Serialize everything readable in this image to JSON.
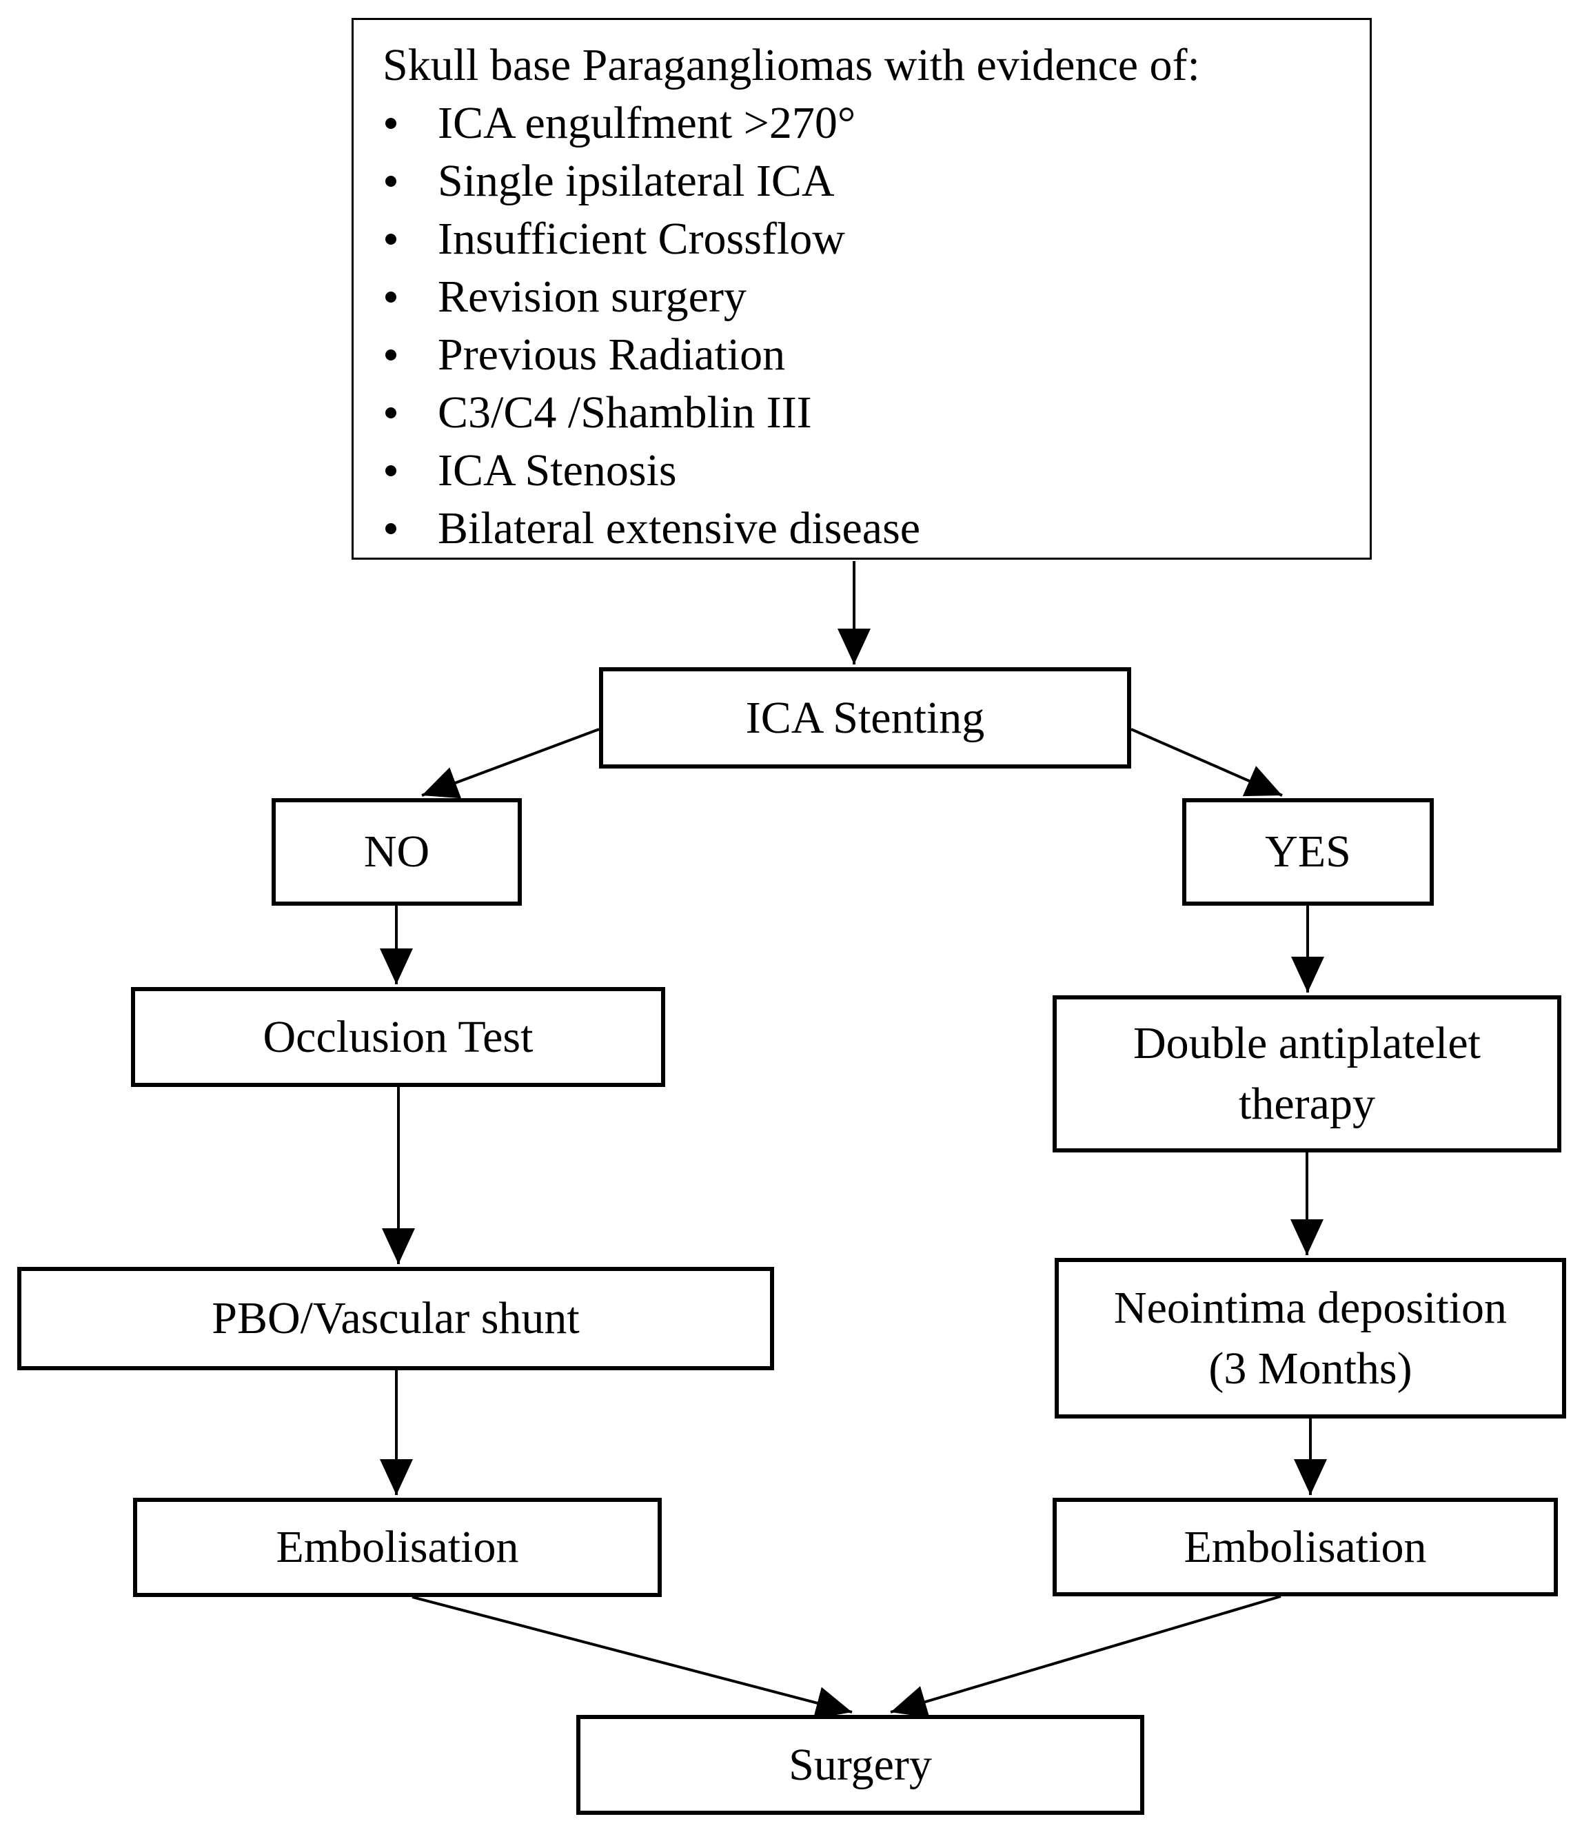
{
  "colors": {
    "background": "#ffffff",
    "line": "#000000",
    "text": "#000000",
    "border": "#000000"
  },
  "criteria_box": {
    "title": "Skull base Paragangliomas with evidence of:",
    "bullets": [
      "ICA engulfment >270°",
      "Single ipsilateral ICA",
      "Insufficient Crossflow",
      "Revision surgery",
      "Previous Radiation",
      "C3/C4 /Shamblin III",
      "ICA Stenosis",
      "Bilateral extensive disease"
    ]
  },
  "nodes": {
    "ica_stenting": {
      "label": "ICA Stenting"
    },
    "no": {
      "label": "NO"
    },
    "yes": {
      "label": "YES"
    },
    "occlusion_test": {
      "label": "Occlusion Test"
    },
    "pbo_shunt": {
      "label": "PBO/Vascular shunt"
    },
    "embolisation_left": {
      "label": "Embolisation"
    },
    "dapt": {
      "line1": "Double antiplatelet",
      "line2": "therapy"
    },
    "neointima": {
      "line1": "Neointima deposition",
      "line2": "(3 Months)"
    },
    "embolisation_right": {
      "label": "Embolisation"
    },
    "surgery": {
      "label": "Surgery"
    }
  },
  "edges": [
    {
      "from": "criteria_box",
      "to": "ica_stenting"
    },
    {
      "from": "ica_stenting",
      "to": "no"
    },
    {
      "from": "ica_stenting",
      "to": "yes"
    },
    {
      "from": "no",
      "to": "occlusion_test"
    },
    {
      "from": "yes",
      "to": "dapt"
    },
    {
      "from": "occlusion_test",
      "to": "pbo_shunt"
    },
    {
      "from": "dapt",
      "to": "neointima"
    },
    {
      "from": "pbo_shunt",
      "to": "embolisation_left"
    },
    {
      "from": "neointima",
      "to": "embolisation_right"
    },
    {
      "from": "embolisation_left",
      "to": "surgery"
    },
    {
      "from": "embolisation_right",
      "to": "surgery"
    }
  ]
}
